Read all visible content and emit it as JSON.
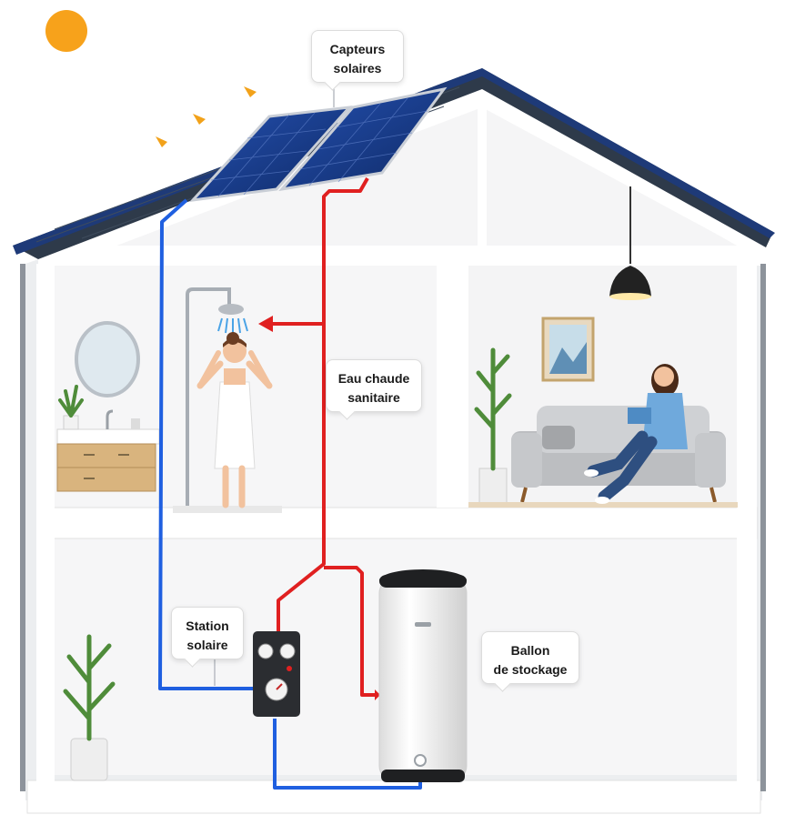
{
  "labels": {
    "collectors": {
      "line1": "Capteurs",
      "line2": "solaires"
    },
    "hot_water": {
      "line1": "Eau chaude",
      "line2": "sanitaire"
    },
    "solar_station": {
      "line1": "Station",
      "line2": "solaire"
    },
    "storage_tank": {
      "line1": "Ballon",
      "line2": "de stockage"
    }
  },
  "colors": {
    "hot_pipe": "#e02020",
    "cold_pipe": "#1f5fe0",
    "roof": "#2e3a4a",
    "roof_edge": "#1e3a78",
    "panel": "#1c3f8c",
    "sun": "#f7a21b",
    "wall": "#f3f3f4"
  }
}
